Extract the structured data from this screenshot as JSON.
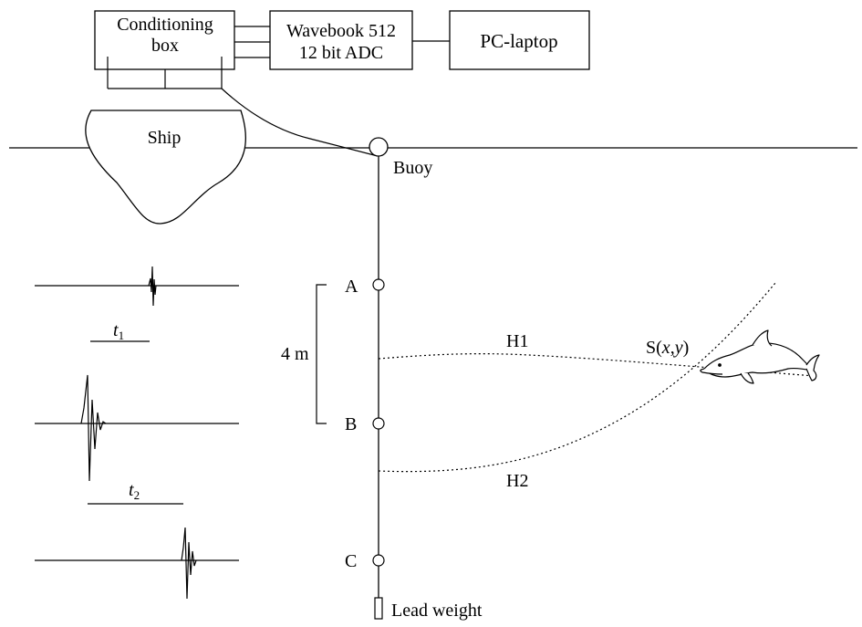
{
  "equipment": {
    "conditioning_box": [
      "Conditioning",
      "box"
    ],
    "adc": [
      "Wavebook 512",
      "12 bit ADC"
    ],
    "laptop": "PC-laptop"
  },
  "scene": {
    "ship": "Ship",
    "buoy": "Buoy",
    "lead_weight": "Lead weight",
    "hydrophones": [
      "A",
      "B",
      "C"
    ],
    "spacing": "4 m",
    "paths": [
      "H1",
      "H2"
    ],
    "source": {
      "prefix": "S(",
      "x": "x",
      "sep": ",",
      "y": "y",
      "suffix": ")"
    }
  },
  "delays": {
    "t1": {
      "base": "t",
      "sub": "1"
    },
    "t2": {
      "base": "t",
      "sub": "2"
    }
  }
}
